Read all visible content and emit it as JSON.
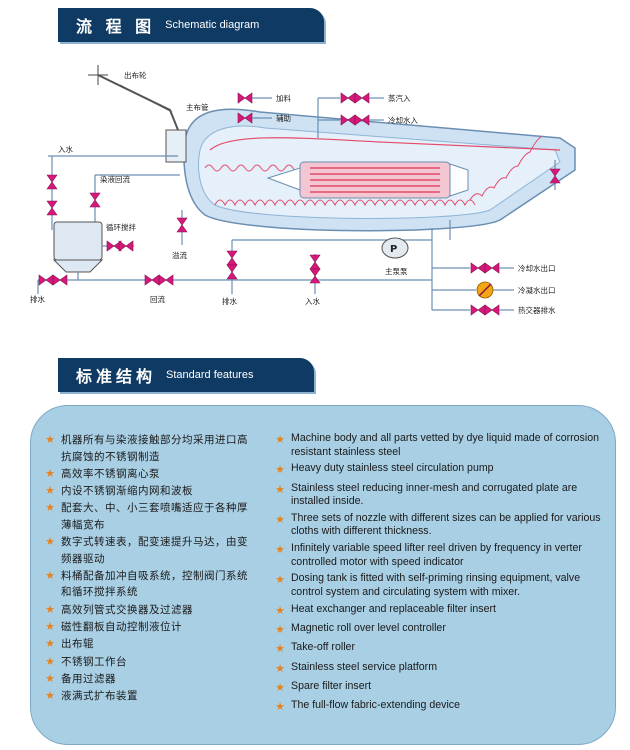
{
  "sections": {
    "schematic": {
      "title_zh": "流 程 图",
      "title_en": "Schematic diagram"
    },
    "features": {
      "title_zh": "标准结构",
      "title_en": "Standard features"
    }
  },
  "diagram": {
    "labels": {
      "outfeed_reel": "出布轮",
      "main_nozzle": "主布管",
      "add_material": "加料",
      "feed_material": "辅助",
      "steam_in": "蒸汽入",
      "cooling_water_in": "冷却水入",
      "water_in": "入水",
      "dye_return": "染液回流",
      "circulation_mixing": "循环搅拌",
      "overflow": "溢流",
      "drain_left": "排水",
      "return_flow": "回流",
      "drain_bottom": "排水",
      "water_in_bottom": "入水",
      "main_pump": "主泵泵",
      "pump_symbol": "P",
      "cooling_water_out": "冷却水出口",
      "condensate_out": "冷凝水出口",
      "heat_exchanger_drain": "热交器排水"
    }
  },
  "colors": {
    "header_bg": "#0f3a63",
    "panel_bg": "#a9cfe4",
    "star": "#e8821e",
    "valve": "#d6187a",
    "pipe": "#6a8fb3",
    "tube": "#8fb4d8",
    "heater": "#e24a6a"
  },
  "features": {
    "zh": [
      "机器所有与染液接触部分均采用进口高抗腐蚀的不锈钢制造",
      "高效率不锈钢离心泵",
      "内设不锈钢渐缩内网和波板",
      "配套大、中、小三套喷嘴适应于各种厚薄幅宽布",
      "数字式转速表，配变速提升马达，由变频器驱动",
      "料桶配备加冲自吸系统，控制阀门系统和循环搅拌系统",
      "高效列管式交换器及过滤器",
      "磁性翻板自动控制液位计",
      "出布辊",
      "不锈钢工作台",
      "备用过滤器",
      "液满式扩布装置"
    ],
    "en": [
      "Machine body and all parts vetted by dye liquid made of corrosion resistant stainless steel",
      "Heavy duty stainless steel circulation pump",
      "Stainless steel reducing inner-mesh and corrugated plate are installed inside.",
      "Three sets of nozzle with different sizes can be applied for various cloths with different thickness.",
      "Infinitely variable speed lifter reel driven by frequency in verter controlled motor with speed indicator",
      "Dosing tank is fitted with self-priming rinsing equipment, valve control system and circulating system with mixer.",
      "Heat exchanger and replaceable filter insert",
      "Magnetic roll over level controller",
      "Take-off roller",
      "Stainless steel service platform",
      "Spare filter insert",
      "The full-flow fabric-extending device"
    ]
  }
}
